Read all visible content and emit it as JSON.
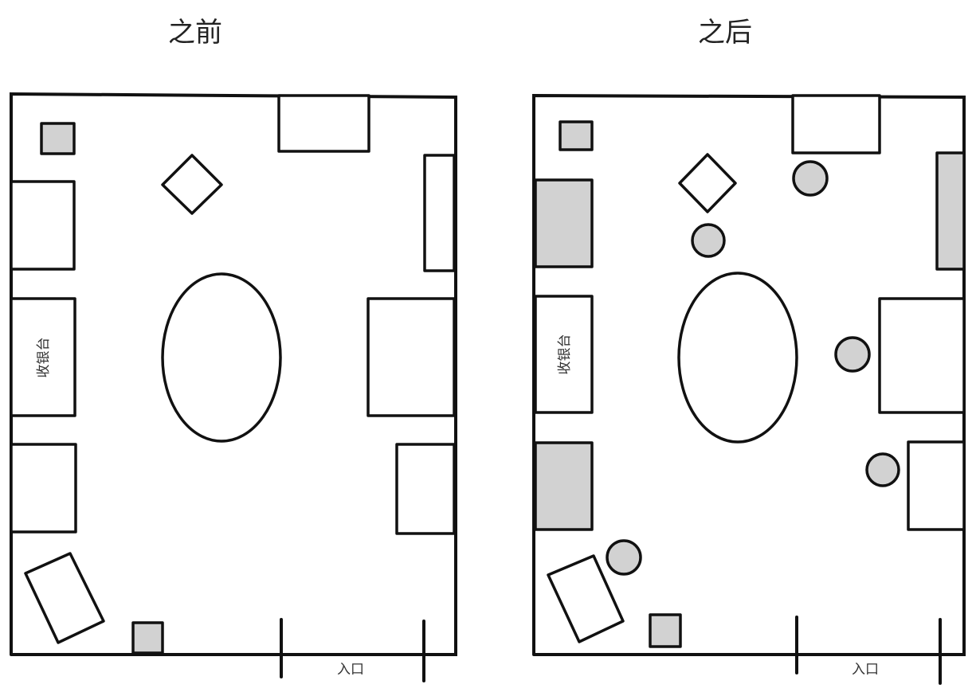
{
  "before": {
    "title": "之前",
    "cashier_label": "收银台",
    "entrance_label": "入口"
  },
  "after": {
    "title": "之后",
    "cashier_label": "收银台",
    "entrance_label": "入口"
  },
  "colors": {
    "highlight_fill": "#d2d2d2",
    "line": "#111111"
  }
}
